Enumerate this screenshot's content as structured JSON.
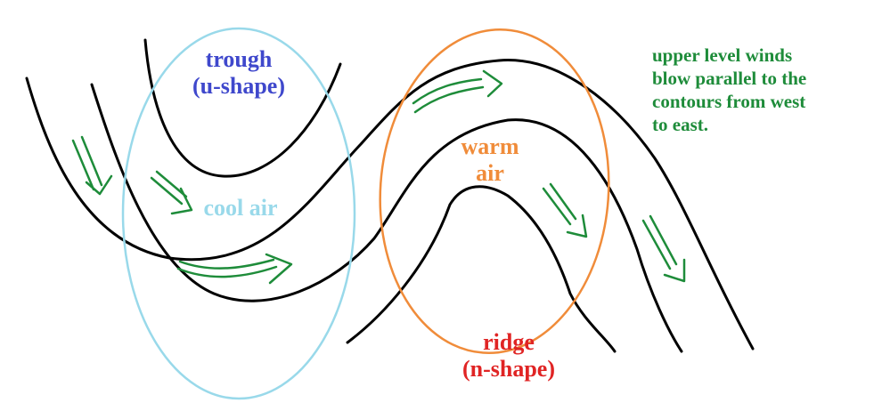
{
  "labels": {
    "trough_line1": "trough",
    "trough_line2": "(u-shape)",
    "cool_air": "cool air",
    "warm_air_line1": "warm",
    "warm_air_line2": "air",
    "ridge_line1": "ridge",
    "ridge_line2": "(n-shape)"
  },
  "note": {
    "line1": "upper level winds",
    "line2": "blow parallel to the",
    "line3": "contours from west",
    "line4": "to east."
  },
  "colors": {
    "contour": "#000000",
    "trough_text": "#3f48cc",
    "cool_air": "#99d9ea",
    "warm_air": "#f08c3a",
    "ridge_text": "#e02424",
    "wind": "#1e8c3a",
    "note_text": "#1e8c3a"
  }
}
